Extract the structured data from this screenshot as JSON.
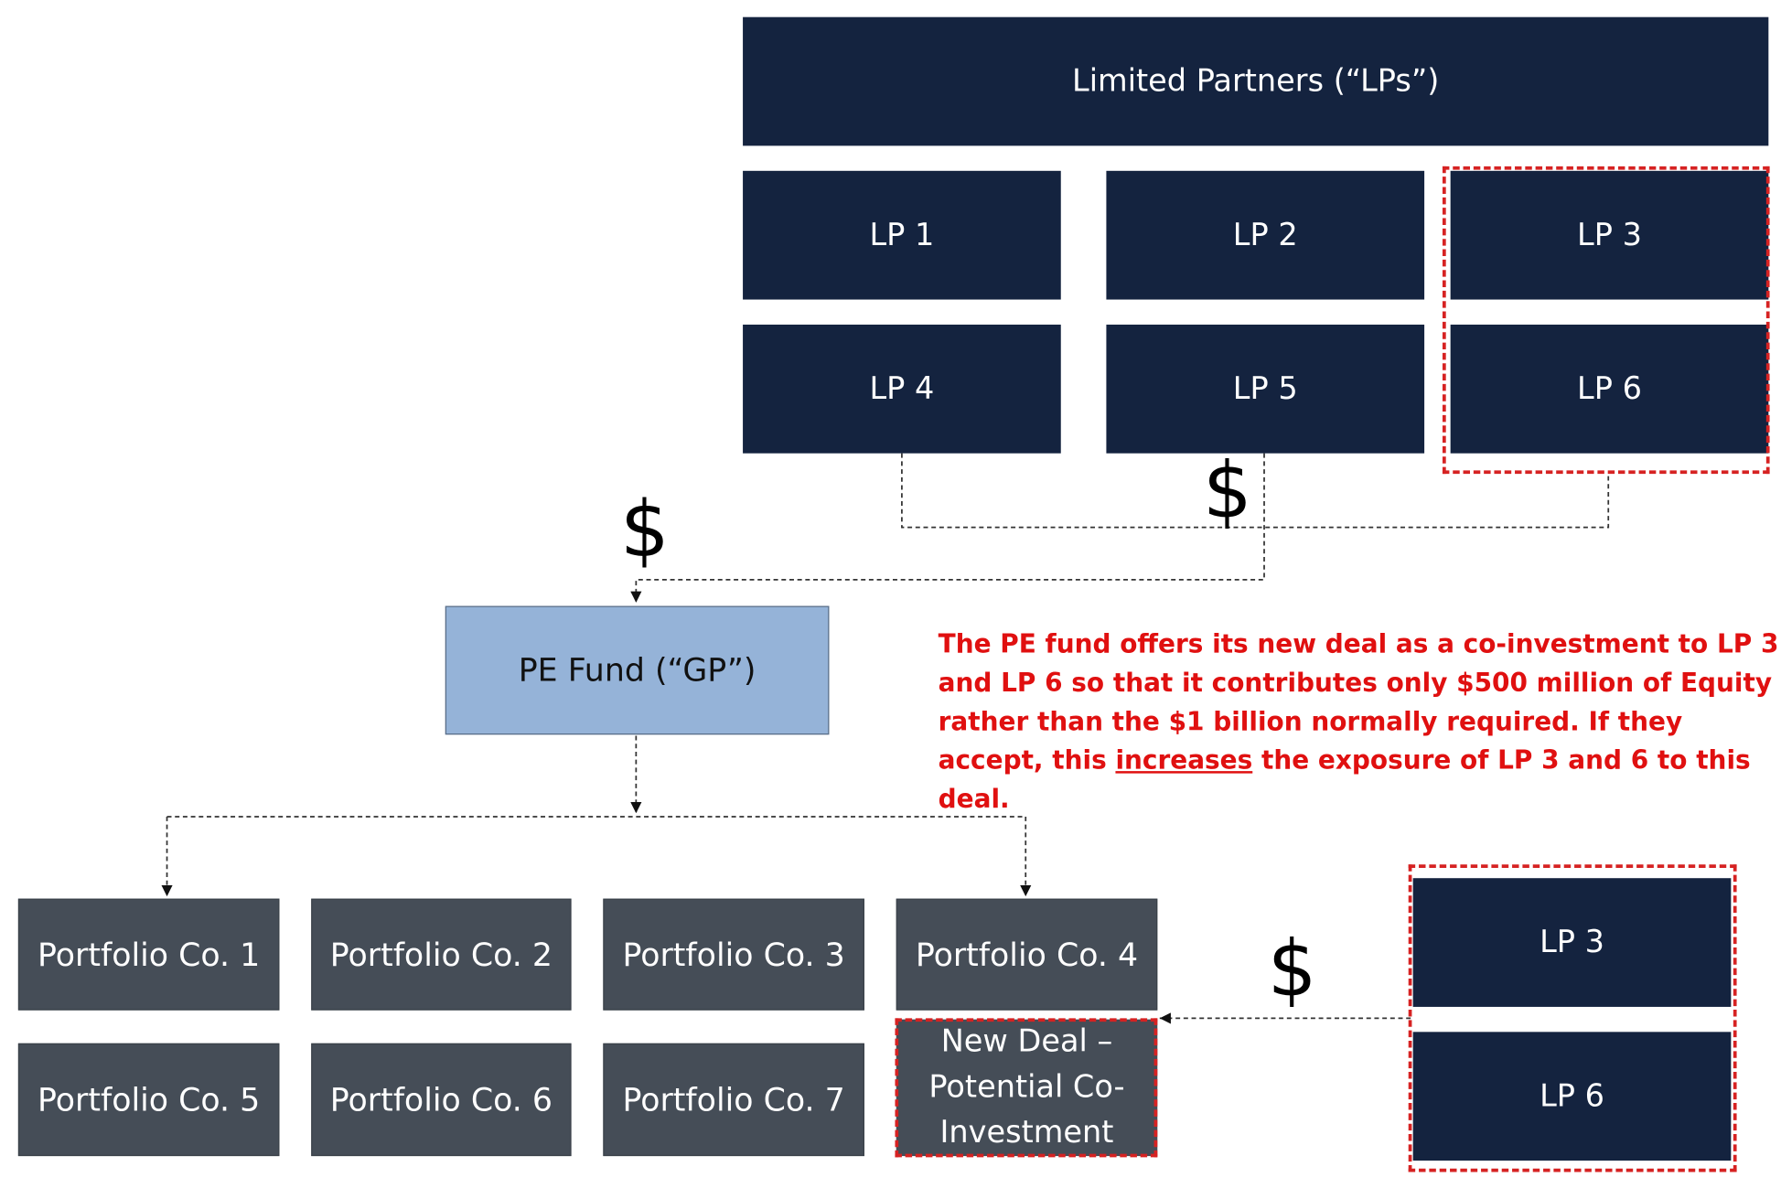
{
  "colors": {
    "lp_box": "#14233f",
    "portfolio_box": "#454d57",
    "gp_box": "#95b3d8",
    "highlight": "#d62222",
    "note_text": "#e01010"
  },
  "limited_partners": {
    "header": "Limited Partners (“LPs”)",
    "lp1": "LP 1",
    "lp2": "LP 2",
    "lp3": "LP 3",
    "lp4": "LP 4",
    "lp5": "LP 5",
    "lp6": "LP 6"
  },
  "gp": {
    "label": "PE Fund (“GP”)"
  },
  "portfolio": {
    "co1": "Portfolio Co. 1",
    "co2": "Portfolio Co. 2",
    "co3": "Portfolio Co. 3",
    "co4": "Portfolio Co. 4",
    "co5": "Portfolio Co. 5",
    "co6": "Portfolio Co. 6",
    "co7": "Portfolio Co. 7",
    "new_deal": "New Deal – Potential Co-Investment"
  },
  "co_investors": {
    "lp3": "LP 3",
    "lp6": "LP 6"
  },
  "dollar_sign": "$",
  "note": {
    "part1": "The PE fund offers its new deal as a co-investment to LP 3 and LP 6 so that it contributes only $500 million of Equity rather than the $1 billion normally required. If they accept, this ",
    "underlined": "increases",
    "part2": " the exposure of LP 3 and 6 to this deal."
  }
}
